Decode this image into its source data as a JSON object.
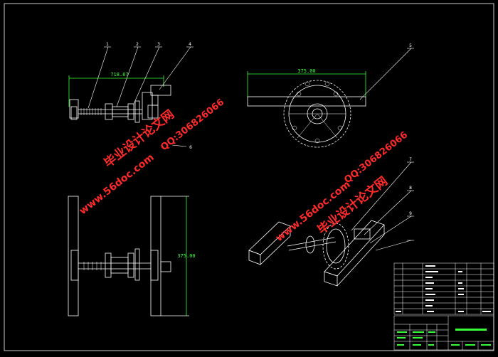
{
  "dimensions": {
    "front_width": "718.67",
    "top_width": "375.00",
    "side_height": "375.00"
  },
  "balloons": [
    "1",
    "2",
    "3",
    "4",
    "5",
    "6",
    "7",
    "8",
    "9"
  ],
  "watermark": {
    "cn": "毕业设计论文网",
    "url": "www.56doc.com",
    "qq": "QQ:306826066"
  },
  "colors": {
    "background": "#000000",
    "line": "#ffffff",
    "dimension": "#39ff39",
    "watermark": "#ff2a2a"
  }
}
